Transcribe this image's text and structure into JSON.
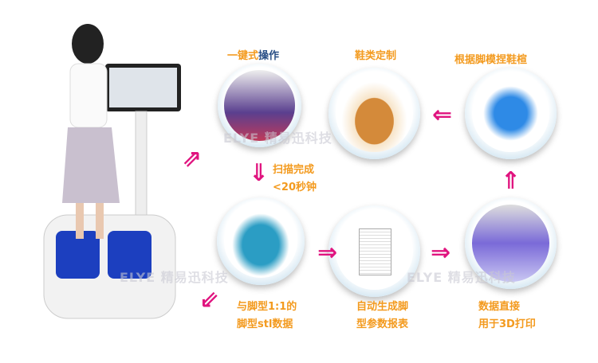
{
  "steps": {
    "one_click": {
      "a": "一键式",
      "b": "操作"
    },
    "scan": {
      "line1": "扫描完成",
      "line2": "<20秒钟"
    },
    "stl": {
      "line1": "与脚型1:1的",
      "line2": "脚型stl数据"
    },
    "report": {
      "line1": "自动生成脚",
      "line2": "型参数报表"
    },
    "print": {
      "line1": "数据直接",
      "line2": "用于3D打印"
    },
    "last": "根据脚模捏鞋楦",
    "custom": "鞋类定制"
  },
  "watermark": "ELYE 精易迅科技",
  "colors": {
    "label": "#f39a1e",
    "arrow": "#e0147f",
    "ring": "#39a6df"
  }
}
